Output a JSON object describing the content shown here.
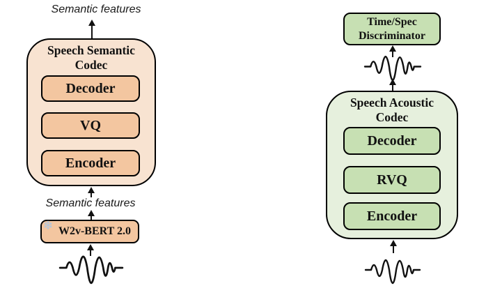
{
  "colors": {
    "peach-light": "#F8E3D1",
    "peach-mid": "#F3C6A0",
    "green-light": "#E6F0DD",
    "green-mid": "#C7E0B3",
    "snowflake-blue": "#A9C6E4",
    "line": "#111111"
  },
  "icons": {
    "snowflake": "❄",
    "waveform": "speech-waveform",
    "arrow": "up-arrow"
  },
  "semantic_codec": {
    "output_label": "Semantic features",
    "title": "Speech Semantic Codec",
    "blocks": [
      "Decoder",
      "VQ",
      "Encoder"
    ],
    "input_label": "Semantic features",
    "feature_extractor": {
      "label": "W2v-BERT 2.0",
      "frozen_icon": "snowflake (frozen model)"
    }
  },
  "acoustic_codec": {
    "discriminator_label": "Time/Spec Discriminator",
    "title": "Speech Acoustic Codec",
    "blocks": [
      "Decoder",
      "RVQ",
      "Encoder"
    ]
  }
}
